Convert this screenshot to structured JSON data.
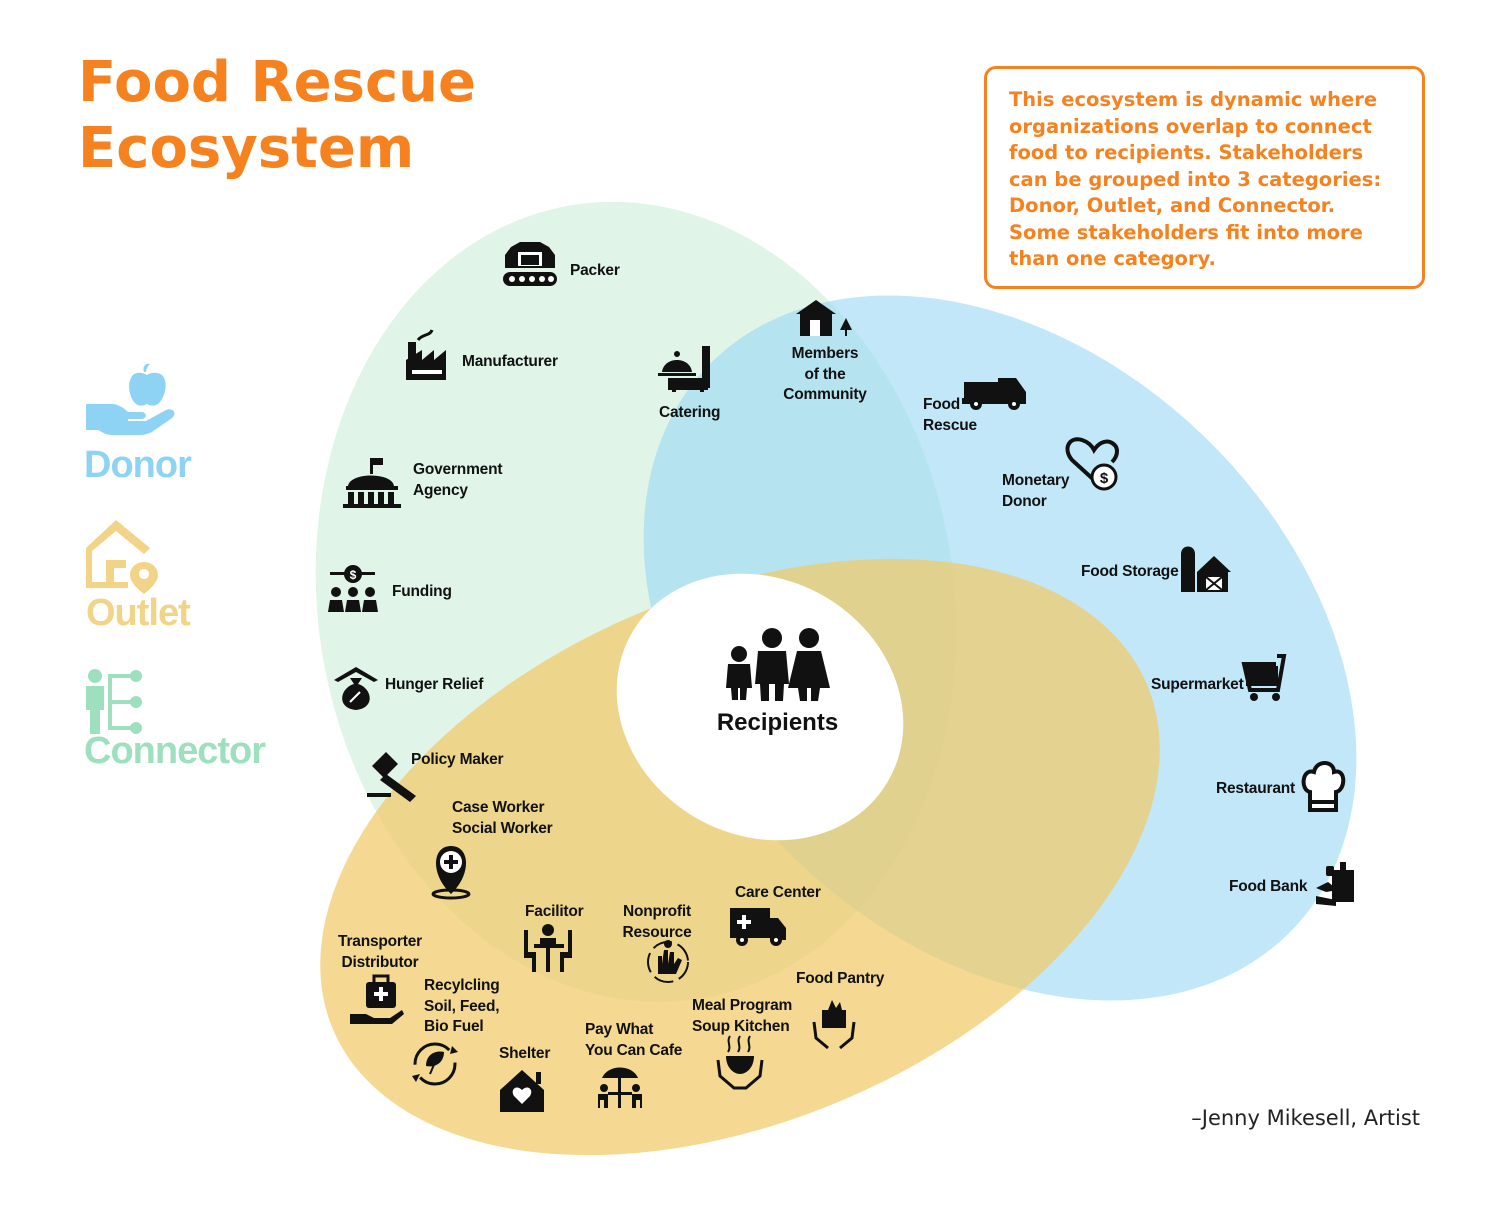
{
  "title": {
    "line1": "Food Rescue",
    "line2": "Ecosystem"
  },
  "info_text": "This ecosystem is dynamic where organizations overlap to connect food to recipients. Stakeholders can be grouped into 3 categories: Donor, Outlet, and Connector. Some stakeholders fit into more than one category.",
  "legend": {
    "donor": {
      "label": "Donor",
      "color": "#8fd3f4",
      "icon": "hand-apple-icon"
    },
    "outlet": {
      "label": "Outlet",
      "color": "#f2d488",
      "icon": "house-pin-icon"
    },
    "connector": {
      "label": "Connector",
      "color": "#9ee0bd",
      "icon": "person-network-icon"
    }
  },
  "colors": {
    "green_ellipse": "#c9ecd7",
    "blue_ellipse": "#9dd9f5",
    "yellow_ellipse": "#f2cb69",
    "accent": "#f5821f"
  },
  "center": {
    "label": "Recipients",
    "icon": "family-icon"
  },
  "nodes": {
    "packer": "Packer",
    "manufacturer": "Manufacturer",
    "government_agency": [
      "Government",
      "Agency"
    ],
    "funding": "Funding",
    "hunger_relief": "Hunger Relief",
    "policy_maker": "Policy Maker",
    "catering": "Catering",
    "members_of_the_community": [
      "Members",
      "of the",
      "Community"
    ],
    "food_rescue": [
      "Food",
      "Rescue"
    ],
    "monetary_donor": [
      "Monetary",
      "Donor"
    ],
    "food_storage": "Food Storage",
    "supermarket": "Supermarket",
    "restaurant": "Restaurant",
    "food_bank": "Food Bank",
    "case_worker": [
      "Case Worker",
      "Social Worker"
    ],
    "facilitor": "Facilitor",
    "nonprofit_resource": [
      "Nonprofit",
      "Resource"
    ],
    "care_center": "Care Center",
    "transporter_distributor": [
      "Transporter",
      "Distributor"
    ],
    "recycling": [
      "Recylcling",
      "Soil, Feed,",
      "Bio Fuel"
    ],
    "shelter": "Shelter",
    "pay_what_you_can_cafe": [
      "Pay What",
      "You Can Cafe"
    ],
    "meal_program": [
      "Meal Program",
      "Soup Kitchen"
    ],
    "food_pantry": "Food Pantry"
  },
  "credit": "–Jenny Mikesell, Artist"
}
